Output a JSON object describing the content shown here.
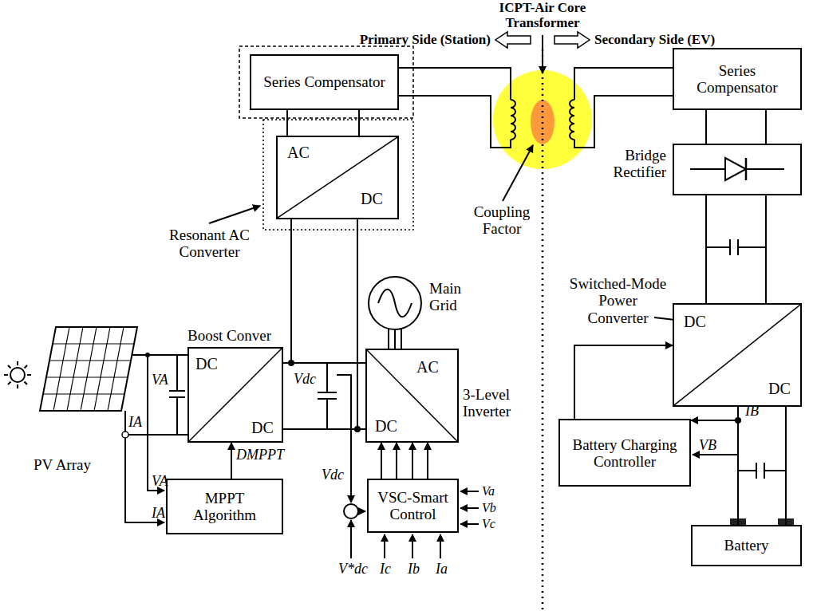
{
  "diagram": {
    "nodes": [
      {
        "text": [
          "Series Compensator"
        ]
      },
      {
        "text": [
          "AC",
          "DC"
        ]
      },
      {
        "text": [
          "Boost Conver",
          "DC",
          "DC"
        ]
      },
      {
        "text": [
          "AC",
          "DC",
          "3-Level Inverter"
        ]
      },
      {
        "text": [
          "Main Grid"
        ]
      },
      {
        "text": [
          "MPPT Algorithm"
        ]
      },
      {
        "text": [
          "VSC-Smart Control"
        ]
      },
      {
        "text": [
          "Series Compensator"
        ]
      },
      {
        "text": [
          "Bridge Rectifier"
        ]
      },
      {
        "text": [
          "DC",
          "DC"
        ]
      },
      {
        "text": [
          "Battery Charging Controller"
        ]
      },
      {
        "text": [
          "Battery"
        ]
      }
    ],
    "edges": [
      {
        "from": 0,
        "to": 1,
        "arrow": "none"
      },
      {
        "from": 1,
        "to": 2,
        "arrow": "none"
      },
      {
        "from": 1,
        "to": 3,
        "arrow": "none"
      },
      {
        "from": 2,
        "to": 3,
        "arrow": "none"
      },
      {
        "from": 3,
        "to": 4,
        "arrow": "none"
      },
      {
        "from": 5,
        "to": 2,
        "arrow": "to",
        "label": "DMPPT"
      },
      {
        "from": 6,
        "to": 3,
        "arrow": "to"
      },
      {
        "from": 7,
        "to": 8,
        "arrow": "none"
      },
      {
        "from": 8,
        "to": 9,
        "arrow": "none"
      },
      {
        "from": 9,
        "to": 11,
        "arrow": "none"
      },
      {
        "from": 10,
        "to": 9,
        "arrow": "to"
      },
      {
        "from": 11,
        "to": 10,
        "arrow": "to"
      }
    ],
    "labels": [
      "ICPT-Air Core Transformer",
      "Primary Side (Station)",
      "Secondary Side (EV)",
      "Coupling Factor",
      "Resonant AC Converter",
      "VA",
      "IA",
      "VA",
      "IA",
      "Vdc",
      "Vdc",
      "V*dc",
      "Va",
      "Vb",
      "Vc",
      "Ic",
      "Ib",
      "Ia",
      "PV Array",
      "Switched-Mode Power Converter",
      "IB",
      "VB"
    ]
  }
}
